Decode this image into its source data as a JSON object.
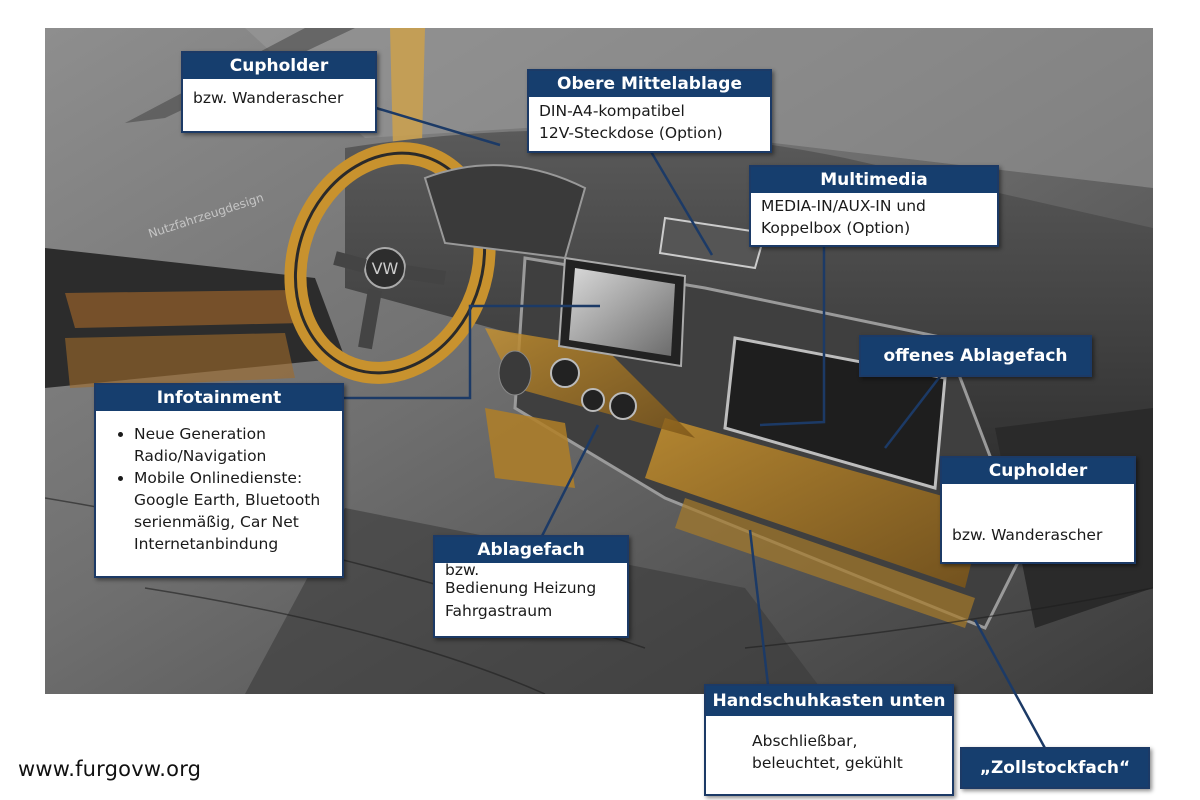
{
  "callouts": {
    "cupholder_top": {
      "title": "Cupholder",
      "lines": [
        "bzw. Wanderascher"
      ]
    },
    "obere_mittelablage": {
      "title": "Obere Mittelablage",
      "lines": [
        "DIN-A4-kompatibel",
        "12V-Steckdose (Option)"
      ]
    },
    "multimedia": {
      "title": "Multimedia",
      "lines": [
        "MEDIA-IN/AUX-IN und",
        "Koppelbox (Option)"
      ]
    },
    "offenes_ablagefach": {
      "title": "offenes Ablagefach"
    },
    "infotainment": {
      "title": "Infotainment",
      "bullets": [
        [
          "Neue Generation",
          "Radio/Navigation"
        ],
        [
          "Mobile Onlinedienste:",
          "Google Earth, Bluetooth",
          "serienmäßig, Car Net",
          "Internetanbindung"
        ]
      ]
    },
    "cupholder_right": {
      "title": "Cupholder",
      "lines": [
        "bzw. Wanderascher"
      ]
    },
    "ablagefach": {
      "title": "Ablagefach",
      "lines": [
        "bzw.",
        "Bedienung Heizung",
        "Fahrgastraum"
      ]
    },
    "handschuhkasten": {
      "title": "Handschuhkasten unten",
      "lines": [
        "Abschließbar,",
        "beleuchtet, gekühlt"
      ]
    },
    "zollstockfach": {
      "title": "„Zollstockfach“"
    }
  },
  "scene": {
    "watermark_sketch": "Nutzfahrzeugdesign"
  },
  "footer": {
    "watermark": "www.furgovw.org"
  },
  "colors": {
    "header_bg": "#163e6e",
    "border": "#1c3a66",
    "leader": "#1c3a66"
  }
}
